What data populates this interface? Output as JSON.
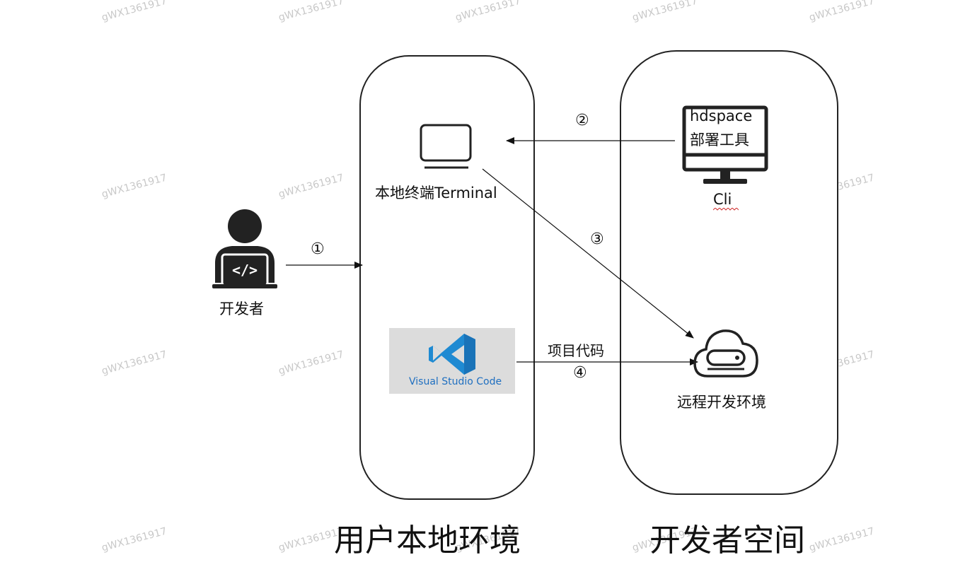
{
  "panels": {
    "local": {
      "title": "用户本地环境"
    },
    "space": {
      "title": "开发者空间"
    }
  },
  "nodes": {
    "developer": {
      "label": "开发者",
      "icon": "developer-laptop-icon"
    },
    "terminal": {
      "label": "本地终端Terminal",
      "icon": "monitor-icon"
    },
    "vscode": {
      "label": "Visual Studio Code",
      "icon": "vscode-logo-icon"
    },
    "cli": {
      "screen_line1": "hdspace",
      "screen_line2": "部署工具",
      "label": "Cli",
      "icon": "desktop-computer-icon"
    },
    "remote": {
      "label": "远程开发环境",
      "icon": "cloud-server-icon"
    }
  },
  "edges": {
    "step1": {
      "marker": "①"
    },
    "step2": {
      "marker": "②"
    },
    "step3": {
      "marker": "③"
    },
    "step4": {
      "marker": "④",
      "label": "项目代码"
    }
  },
  "watermark": "gWX1361917",
  "colors": {
    "line": "#111111",
    "vscode_blue": "#1f8ad2",
    "vscode_bg": "#dcdcdc"
  }
}
